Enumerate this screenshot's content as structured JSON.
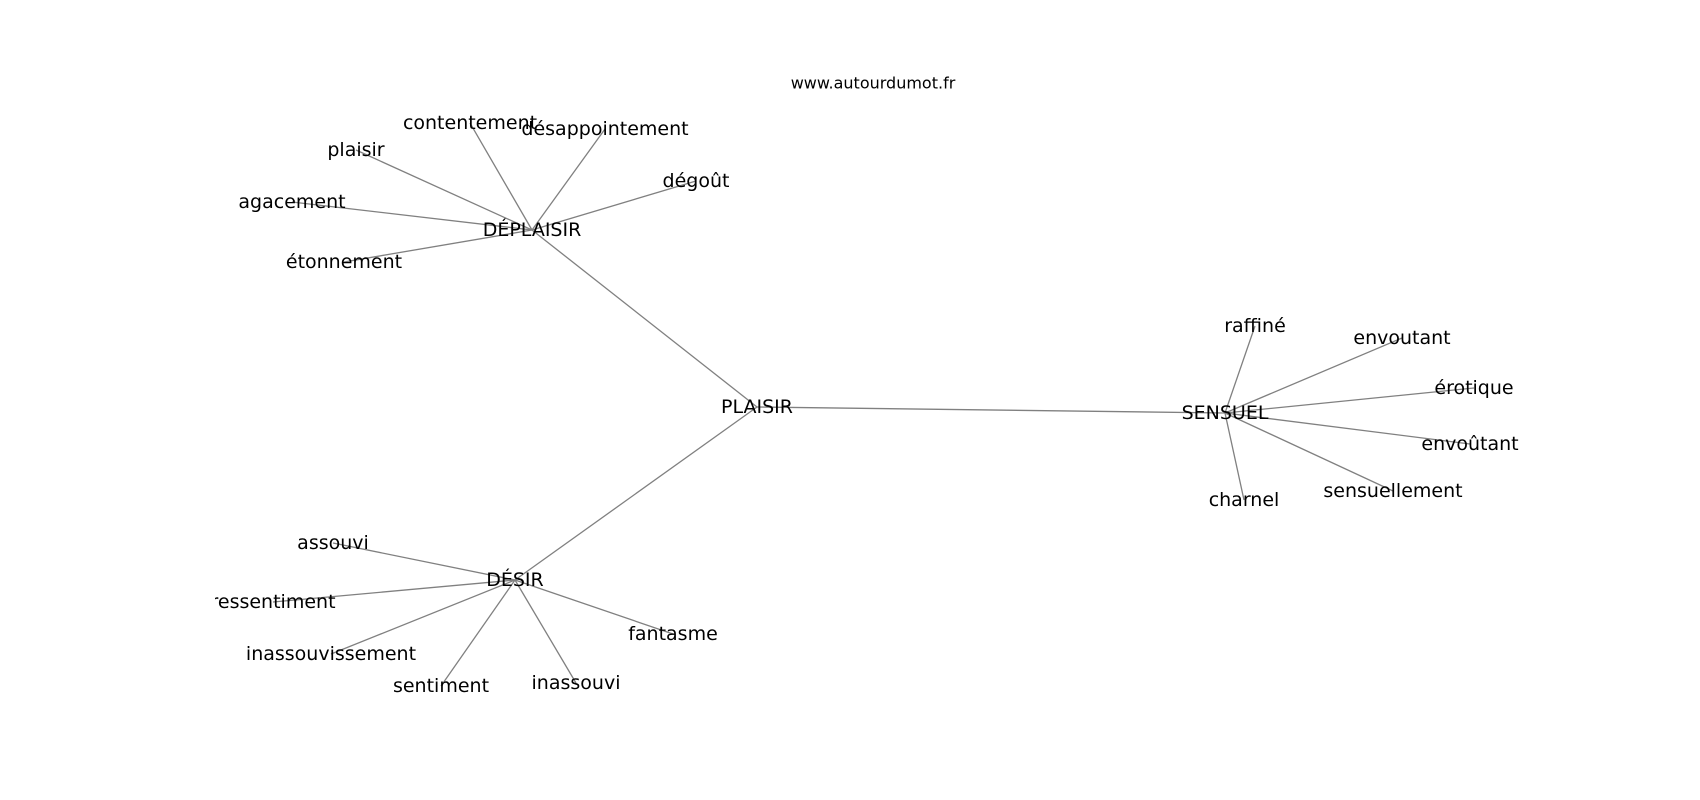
{
  "source": "www.autourdumot.fr",
  "colors": {
    "edge": "#808080",
    "text": "#000000",
    "background": "#ffffff"
  },
  "nodes": [
    {
      "id": "PLAISIR",
      "label": "PLAISIR"
    },
    {
      "id": "DEPLAISIR",
      "label": "DÉPLAISIR"
    },
    {
      "id": "DESIR",
      "label": "DÉSIR"
    },
    {
      "id": "SENSUEL",
      "label": "SENSUEL"
    },
    {
      "id": "contentement",
      "label": "contentement"
    },
    {
      "id": "desappointement",
      "label": "désappointement"
    },
    {
      "id": "plaisir",
      "label": "plaisir"
    },
    {
      "id": "degout",
      "label": "dégoût"
    },
    {
      "id": "agacement",
      "label": "agacement"
    },
    {
      "id": "etonnement",
      "label": "étonnement"
    },
    {
      "id": "assouvi",
      "label": "assouvi"
    },
    {
      "id": "ressentiment",
      "label": "ressentiment"
    },
    {
      "id": "inassouvissement",
      "label": "inassouvissement"
    },
    {
      "id": "sentiment",
      "label": "sentiment"
    },
    {
      "id": "inassouvi",
      "label": "inassouvi"
    },
    {
      "id": "fantasme",
      "label": "fantasme"
    },
    {
      "id": "raffine",
      "label": "raffiné"
    },
    {
      "id": "envoutant",
      "label": "envoutant"
    },
    {
      "id": "erotique",
      "label": "érotique"
    },
    {
      "id": "envoutant2",
      "label": "envoûtant"
    },
    {
      "id": "sensuellement",
      "label": "sensuellement"
    },
    {
      "id": "charnel",
      "label": "charnel"
    }
  ],
  "edges": [
    [
      "PLAISIR",
      "DEPLAISIR"
    ],
    [
      "PLAISIR",
      "DESIR"
    ],
    [
      "PLAISIR",
      "SENSUEL"
    ],
    [
      "DEPLAISIR",
      "contentement"
    ],
    [
      "DEPLAISIR",
      "desappointement"
    ],
    [
      "DEPLAISIR",
      "plaisir"
    ],
    [
      "DEPLAISIR",
      "degout"
    ],
    [
      "DEPLAISIR",
      "agacement"
    ],
    [
      "DEPLAISIR",
      "etonnement"
    ],
    [
      "DESIR",
      "assouvi"
    ],
    [
      "DESIR",
      "ressentiment"
    ],
    [
      "DESIR",
      "inassouvissement"
    ],
    [
      "DESIR",
      "sentiment"
    ],
    [
      "DESIR",
      "inassouvi"
    ],
    [
      "DESIR",
      "fantasme"
    ],
    [
      "SENSUEL",
      "raffine"
    ],
    [
      "SENSUEL",
      "envoutant"
    ],
    [
      "SENSUEL",
      "erotique"
    ],
    [
      "SENSUEL",
      "envoutant2"
    ],
    [
      "SENSUEL",
      "sensuellement"
    ],
    [
      "SENSUEL",
      "charnel"
    ]
  ]
}
